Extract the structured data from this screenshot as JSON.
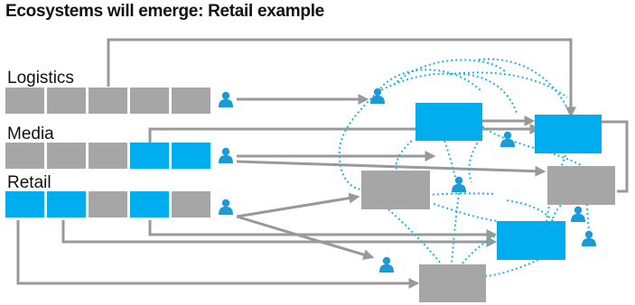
{
  "title": "Ecosystems will emerge: Retail example",
  "colors": {
    "gray_box": "#a6a6a6",
    "blue_box": "#00aeef",
    "solid_arrow": "#999999",
    "dotted_link": "#1fb3e8",
    "person_icon": "#1a9bd7",
    "text": "#111111"
  },
  "rows": [
    {
      "label": "Logistics",
      "segments": [
        "gray",
        "gray",
        "gray",
        "gray",
        "gray"
      ]
    },
    {
      "label": "Media",
      "segments": [
        "gray",
        "gray",
        "gray",
        "blue",
        "blue"
      ]
    },
    {
      "label": "Retail",
      "segments": [
        "blue",
        "blue",
        "gray",
        "blue",
        "gray"
      ]
    }
  ],
  "nodes": [
    {
      "id": "blue-top-left",
      "color": "blue"
    },
    {
      "id": "blue-top-right",
      "color": "blue"
    },
    {
      "id": "gray-middle-left",
      "color": "gray"
    },
    {
      "id": "gray-middle-right",
      "color": "gray"
    },
    {
      "id": "blue-lower-right",
      "color": "blue"
    },
    {
      "id": "gray-bottom",
      "color": "gray"
    }
  ],
  "icons": [
    "person-icon"
  ]
}
